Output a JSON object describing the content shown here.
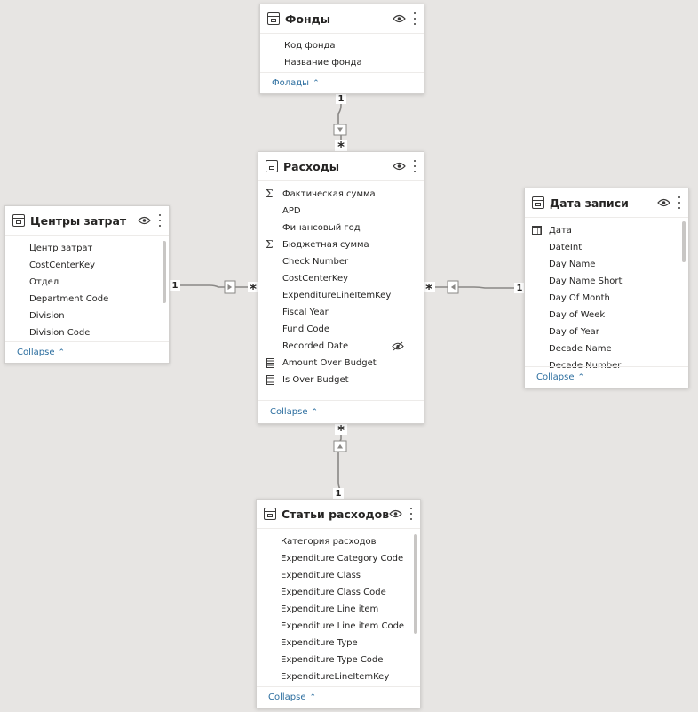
{
  "colors": {
    "canvas": "#e7e5e3",
    "card": "#ffffff",
    "link_line": "#8a8886",
    "collapse_link": "#2c6e9f"
  },
  "cards": {
    "fondy": {
      "title": "Фонды",
      "fields": [
        {
          "label": "Код фонда",
          "icon": "none"
        },
        {
          "label": "Название фонда",
          "icon": "none"
        }
      ],
      "collapse_label": "Фолады"
    },
    "raskhody": {
      "title": "Расходы",
      "fields": [
        {
          "label": "Фактическая сумма",
          "icon": "sigma-icon"
        },
        {
          "label": "APD",
          "icon": "none"
        },
        {
          "label": "Финансовый год",
          "icon": "none"
        },
        {
          "label": "Бюджетная сумма",
          "icon": "sigma-icon"
        },
        {
          "label": "Check Number",
          "icon": "none"
        },
        {
          "label": "CostCenterKey",
          "icon": "none"
        },
        {
          "label": "ExpenditureLineItemKey",
          "icon": "none"
        },
        {
          "label": "Fiscal Year",
          "icon": "none"
        },
        {
          "label": "Fund Code",
          "icon": "none"
        },
        {
          "label": "Recorded Date",
          "icon": "none",
          "hidden": true
        },
        {
          "label": "Amount Over Budget",
          "icon": "calculator-icon"
        },
        {
          "label": "Is Over Budget",
          "icon": "calculator-icon"
        }
      ],
      "collapse_label": "Collapse"
    },
    "tsentry": {
      "title": "Центры затрат",
      "fields": [
        {
          "label": "Центр затрат",
          "icon": "none"
        },
        {
          "label": "CostCenterKey",
          "icon": "none"
        },
        {
          "label": "Отдел",
          "icon": "none"
        },
        {
          "label": "Department Code",
          "icon": "none"
        },
        {
          "label": "Division",
          "icon": "none"
        },
        {
          "label": "Division Code",
          "icon": "none"
        }
      ],
      "collapse_label": "Collapse"
    },
    "data_zapisi": {
      "title": "Дата записи",
      "fields": [
        {
          "label": "Дата",
          "icon": "calendar-icon"
        },
        {
          "label": "DateInt",
          "icon": "none"
        },
        {
          "label": "Day Name",
          "icon": "none"
        },
        {
          "label": "Day Name Short",
          "icon": "none"
        },
        {
          "label": "Day Of Month",
          "icon": "none"
        },
        {
          "label": "Day of Week",
          "icon": "none"
        },
        {
          "label": "Day of Year",
          "icon": "none"
        },
        {
          "label": "Decade Name",
          "icon": "none"
        },
        {
          "label": "Decade Number",
          "icon": "none"
        }
      ],
      "collapse_label": "Collapse"
    },
    "stati": {
      "title": "Статьи расходов",
      "fields": [
        {
          "label": "Категория расходов",
          "icon": "none"
        },
        {
          "label": "Expenditure Category Code",
          "icon": "none"
        },
        {
          "label": "Expenditure Class",
          "icon": "none"
        },
        {
          "label": "Expenditure Class Code",
          "icon": "none"
        },
        {
          "label": "Expenditure Line item",
          "icon": "none"
        },
        {
          "label": "Expenditure Line item Code",
          "icon": "none"
        },
        {
          "label": "Expenditure Type",
          "icon": "none"
        },
        {
          "label": "Expenditure Type Code",
          "icon": "none"
        },
        {
          "label": "ExpenditureLineItemKey",
          "icon": "none"
        }
      ],
      "collapse_label": "Collapse"
    }
  },
  "relationships": [
    {
      "from": "fondy",
      "to": "raskhody",
      "from_cardinality": "1",
      "to_cardinality": "*"
    },
    {
      "from": "tsentry",
      "to": "raskhody",
      "from_cardinality": "1",
      "to_cardinality": "*"
    },
    {
      "from": "data_zapisi",
      "to": "raskhody",
      "from_cardinality": "1",
      "to_cardinality": "*"
    },
    {
      "from": "stati",
      "to": "raskhody",
      "from_cardinality": "1",
      "to_cardinality": "*"
    }
  ]
}
